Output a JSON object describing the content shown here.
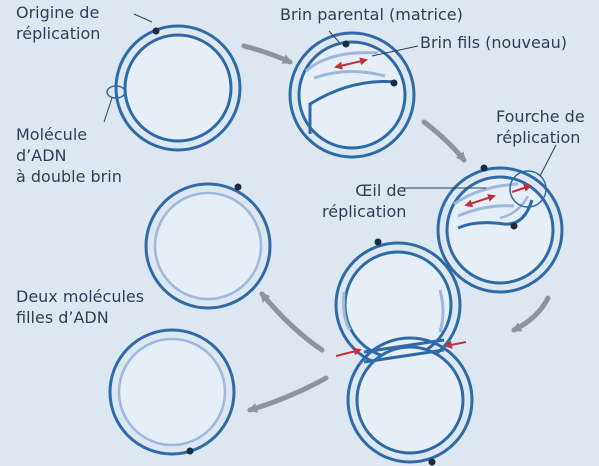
{
  "title": "",
  "labels": {
    "origin": "Origine de\nréplication",
    "molecule": "Molécule\nd’ADN\nà double brin",
    "parental": "Brin parental (matrice)",
    "daughter": "Brin fils (nouveau)",
    "fork": "Fourche de\nréplication",
    "eye": "Œil de\nréplication",
    "daughters": "Deux molécules\nfilles d’ADN"
  },
  "colors": {
    "background": "#dde7f1",
    "parental_strand": "#2e6aa8",
    "daughter_strand": "#9db7dd",
    "fill": "#e6eef7",
    "origin_dot": "#1c2b3d",
    "arrow_red": "#c0313a",
    "flow_arrow": "#8c959f",
    "label_text": "#2f3f57"
  },
  "stages": [
    "initial-double-strand-circle",
    "replication-bubble-start",
    "replication-eye-widening",
    "two-circles-nearly-separated",
    "two-daughter-molecules"
  ]
}
